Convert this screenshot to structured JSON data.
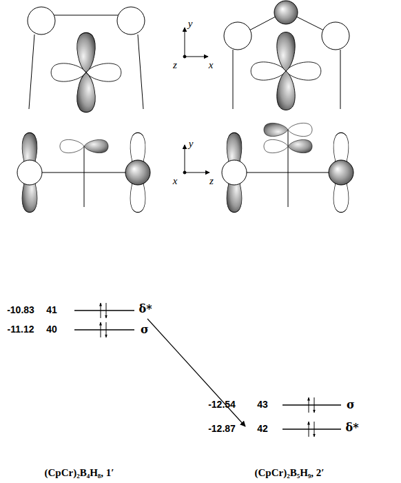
{
  "diagram": {
    "labels": [
      "y",
      "z",
      "x",
      "y",
      "x",
      "z",
      "-10.83",
      "41",
      "δ*",
      "-11.12",
      "40",
      "σ",
      "-12.54",
      "43",
      "σ",
      "-12.87",
      "42",
      "δ*",
      "(CpCr)₂B₄H₈, 1′",
      "(CpCr)₂B₅H₉, 2′"
    ]
  }
}
